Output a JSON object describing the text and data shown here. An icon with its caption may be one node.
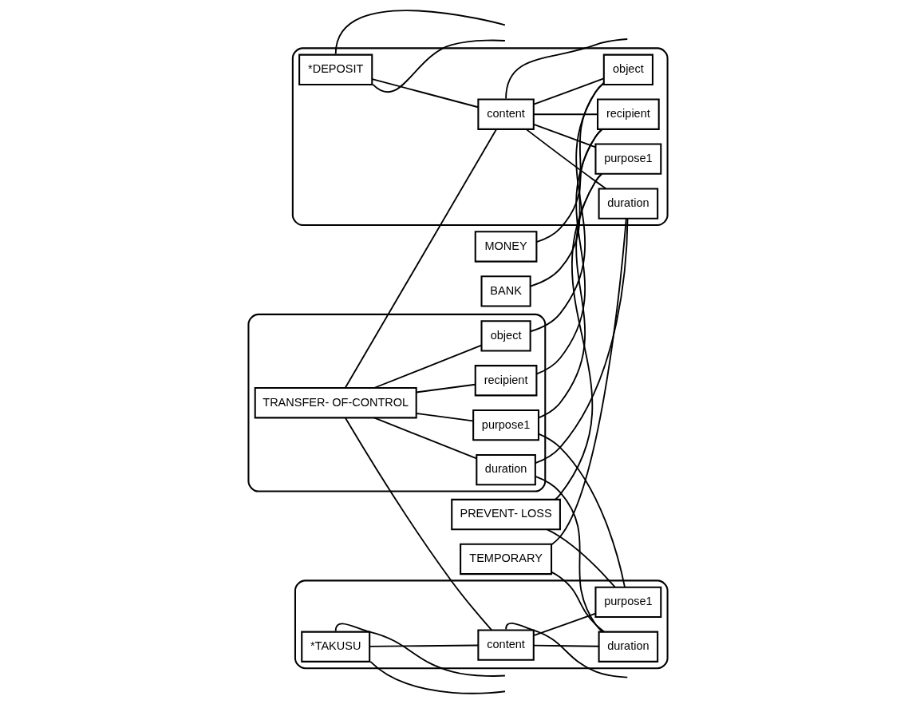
{
  "diagram": {
    "nodes": [
      {
        "text": [
          "MONEY"
        ]
      },
      {
        "text": [
          "BANK"
        ]
      },
      {
        "text": [
          "TEMPORARY"
        ]
      },
      {
        "text": [
          "PREVENT- LOSS"
        ]
      },
      {
        "text": [],
        "shape": "box"
      },
      {
        "text": [
          "TRANSFER- OF-CONTROL"
        ],
        "in": 4
      },
      {
        "text": [
          "object"
        ],
        "in": 4
      },
      {
        "text": [
          "recipient"
        ],
        "in": 4
      },
      {
        "text": [
          "duration"
        ],
        "in": 4
      },
      {
        "text": [
          "purpose1"
        ],
        "in": 4
      },
      {
        "text": [],
        "shape": "box"
      },
      {
        "text": [
          "*TAKUSU"
        ],
        "in": 10
      },
      {
        "text": [
          "content"
        ],
        "in": 10
      },
      {
        "text": [
          "duration"
        ],
        "in": 10
      },
      {
        "text": [
          "purpose1"
        ],
        "in": 10
      },
      {
        "text": [],
        "shape": "box"
      },
      {
        "text": [
          "*DEPOSIT"
        ],
        "in": 15
      },
      {
        "text": [
          "content"
        ],
        "in": 15
      },
      {
        "text": [
          "object"
        ],
        "in": 15
      },
      {
        "text": [
          "recipient"
        ],
        "in": 15
      },
      {
        "text": [
          "duration"
        ],
        "in": 15
      },
      {
        "text": [
          "purpose1"
        ],
        "in": 15
      }
    ],
    "edges": [
      {
        "from": 5,
        "to": 6,
        "arrow": "none"
      },
      {
        "from": 5,
        "to": 7,
        "arrow": "none"
      },
      {
        "from": 5,
        "to": 8,
        "arrow": "none"
      },
      {
        "from": 5,
        "to": 9,
        "arrow": "none"
      },
      {
        "from": 11,
        "to": 12,
        "arrow": "none"
      },
      {
        "from": 12,
        "to": 13,
        "arrow": "none"
      },
      {
        "from": 12,
        "to": 14,
        "arrow": "none"
      },
      {
        "from": 16,
        "to": 17,
        "arrow": "none"
      },
      {
        "from": 17,
        "to": 18,
        "arrow": "none"
      },
      {
        "from": 17,
        "to": 19,
        "arrow": "none"
      },
      {
        "from": 17,
        "to": 20,
        "arrow": "none"
      },
      {
        "from": 17,
        "to": 21,
        "arrow": "none"
      },
      {
        "from": 5,
        "to": 12,
        "arrow": "none"
      },
      {
        "from": 5,
        "to": 17,
        "arrow": "none"
      },
      {
        "from": 0,
        "to": 18,
        "arrow": "none"
      },
      {
        "from": 1,
        "to": 19,
        "arrow": "none"
      },
      {
        "from": 2,
        "to": 20,
        "arrow": "none"
      },
      {
        "from": 2,
        "to": 13,
        "arrow": "none"
      },
      {
        "from": 3,
        "to": 21,
        "arrow": "none"
      },
      {
        "from": 3,
        "to": 14,
        "arrow": "none"
      },
      {
        "from": 6,
        "to": 18,
        "arrow": "none"
      },
      {
        "from": 7,
        "to": 19,
        "arrow": "none"
      },
      {
        "from": 8,
        "to": 20,
        "arrow": "none"
      },
      {
        "from": 8,
        "to": 13,
        "arrow": "none"
      },
      {
        "from": 9,
        "to": 21,
        "arrow": "none"
      },
      {
        "from": 9,
        "to": 14,
        "arrow": "none"
      },
      {
        "from": 11,
        "to": null,
        "arrow": "none"
      },
      {
        "from": 11,
        "to": null,
        "arrow": "none"
      },
      {
        "from": 12,
        "to": null,
        "arrow": "none"
      },
      {
        "from": 16,
        "to": null,
        "arrow": "none"
      },
      {
        "from": 16,
        "to": null,
        "arrow": "none"
      },
      {
        "from": 17,
        "to": null,
        "arrow": "none"
      }
    ]
  }
}
